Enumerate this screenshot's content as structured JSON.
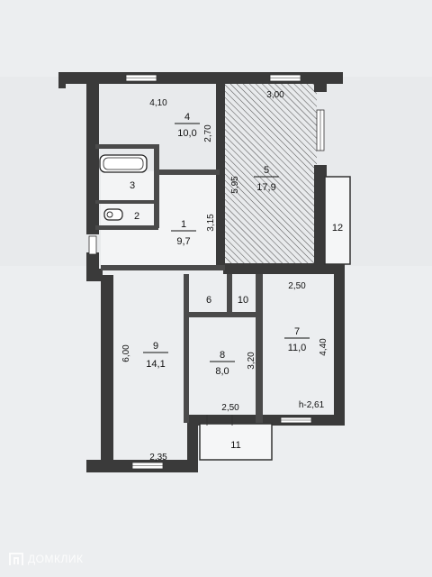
{
  "plan": {
    "rooms": [
      {
        "id": "1",
        "area": "9,7"
      },
      {
        "id": "2",
        "area": ""
      },
      {
        "id": "3",
        "area": ""
      },
      {
        "id": "4",
        "area": "10,0"
      },
      {
        "id": "5",
        "area": "17,9"
      },
      {
        "id": "6",
        "area": ""
      },
      {
        "id": "7",
        "area": "11,0"
      },
      {
        "id": "8",
        "area": "8,0"
      },
      {
        "id": "9",
        "area": "14,1"
      },
      {
        "id": "10",
        "area": ""
      },
      {
        "id": "11",
        "area": ""
      },
      {
        "id": "12",
        "area": ""
      }
    ],
    "dimensions": {
      "room4_width": "4,10",
      "room4_depth": "2,70",
      "room5_width": "3,00",
      "room5_depth": "5,95",
      "room1_depth": "3,15",
      "room9_depth": "6,00",
      "room9_width": "2,35",
      "room8_depth": "3,20",
      "room8_width": "2,50",
      "room7_width": "2,50",
      "room7_depth": "4,40",
      "ceiling_height": "h-2,61"
    }
  },
  "watermark": {
    "text": "ДОМКЛИК"
  }
}
